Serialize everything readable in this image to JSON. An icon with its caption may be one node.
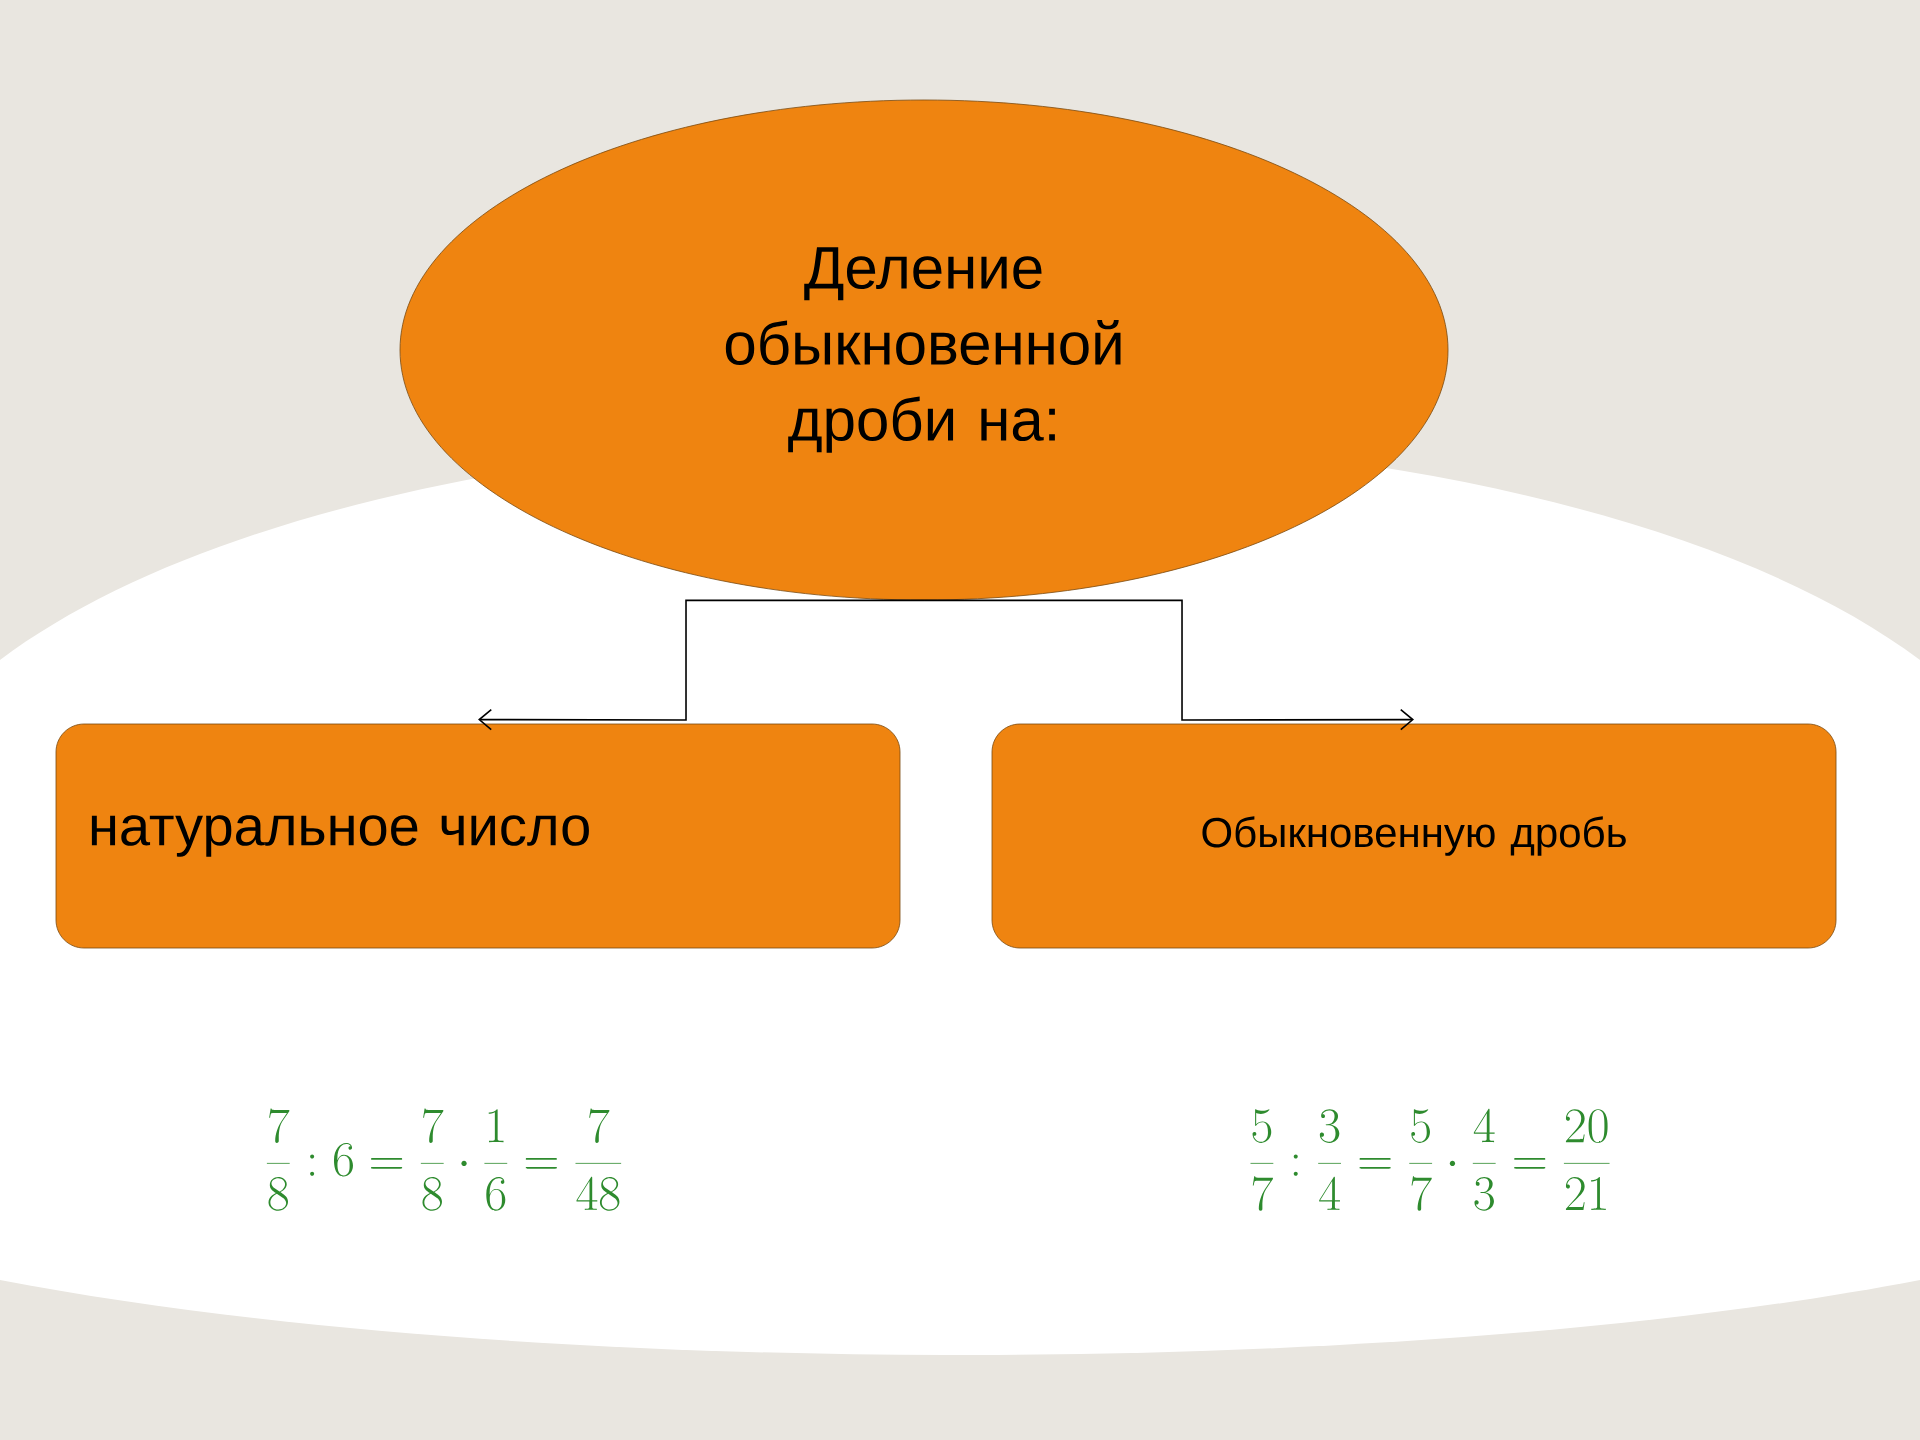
{
  "diagram": {
    "nodes": [
      {
        "text": [
          "Деление обыкновенной дроби на:"
        ]
      },
      {
        "text": [
          "натуральное число"
        ]
      },
      {
        "text": [
          "Обыкновенную дробь"
        ]
      }
    ],
    "edges": [
      {
        "from": 0,
        "to": 1,
        "arrow": "to"
      },
      {
        "from": 0,
        "to": 2,
        "arrow": "to"
      }
    ],
    "labels": [
      "\\frac{7}{8}:6=\\frac{7}{8}\\cdot\\frac{1}{6}=\\frac{7}{48}",
      "\\frac{5}{7}:\\frac{3}{4}=\\frac{5}{7}\\cdot\\frac{4}{3}=\\frac{20}{21}"
    ]
  }
}
